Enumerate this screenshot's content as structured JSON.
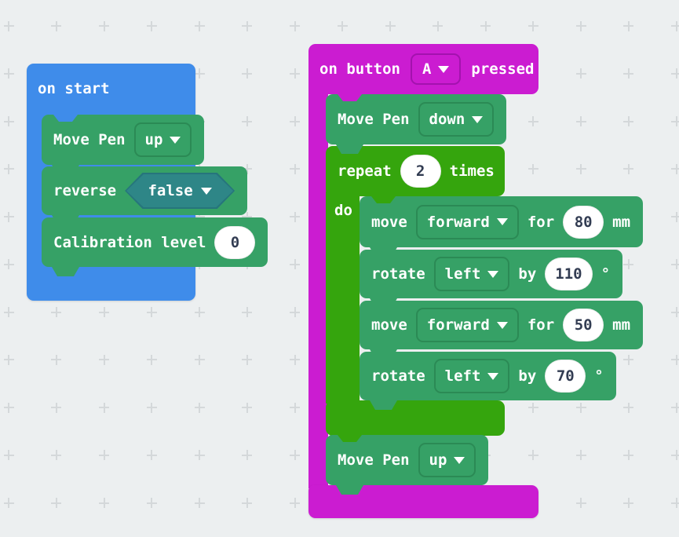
{
  "colors": {
    "bg": "#ECEFF0",
    "plus": "#D4D8DA",
    "blue": "#3F8CEA",
    "green": "#36A166",
    "green_border": "#2B8A55",
    "loop_green": "#35A50D",
    "magenta": "#CB1CD1",
    "magenta_border": "#A312AE",
    "teal": "#2E8687",
    "teal_border": "#26757C",
    "num_text": "#323C52"
  },
  "left_stack": {
    "on_start": {
      "label": "on start"
    },
    "move_pen": {
      "label": "Move Pen",
      "value": "up"
    },
    "reverse": {
      "label": "reverse",
      "value": "false"
    },
    "calibration": {
      "label": "Calibration level",
      "value": "0"
    }
  },
  "right_stack": {
    "on_button": {
      "prefix": "on button",
      "button": "A",
      "suffix": "pressed"
    },
    "move_pen_down": {
      "label": "Move Pen",
      "value": "down"
    },
    "repeat": {
      "label": "repeat",
      "count": "2",
      "suffix": "times",
      "do_label": "do"
    },
    "rows": [
      {
        "verb": "move",
        "dir": "forward",
        "mid": "for",
        "value": "80",
        "unit": "mm"
      },
      {
        "verb": "rotate",
        "dir": "left",
        "mid": "by",
        "value": "110",
        "unit": "°"
      },
      {
        "verb": "move",
        "dir": "forward",
        "mid": "for",
        "value": "50",
        "unit": "mm"
      },
      {
        "verb": "rotate",
        "dir": "left",
        "mid": "by",
        "value": "70",
        "unit": "°"
      }
    ],
    "move_pen_up": {
      "label": "Move Pen",
      "value": "up"
    }
  }
}
